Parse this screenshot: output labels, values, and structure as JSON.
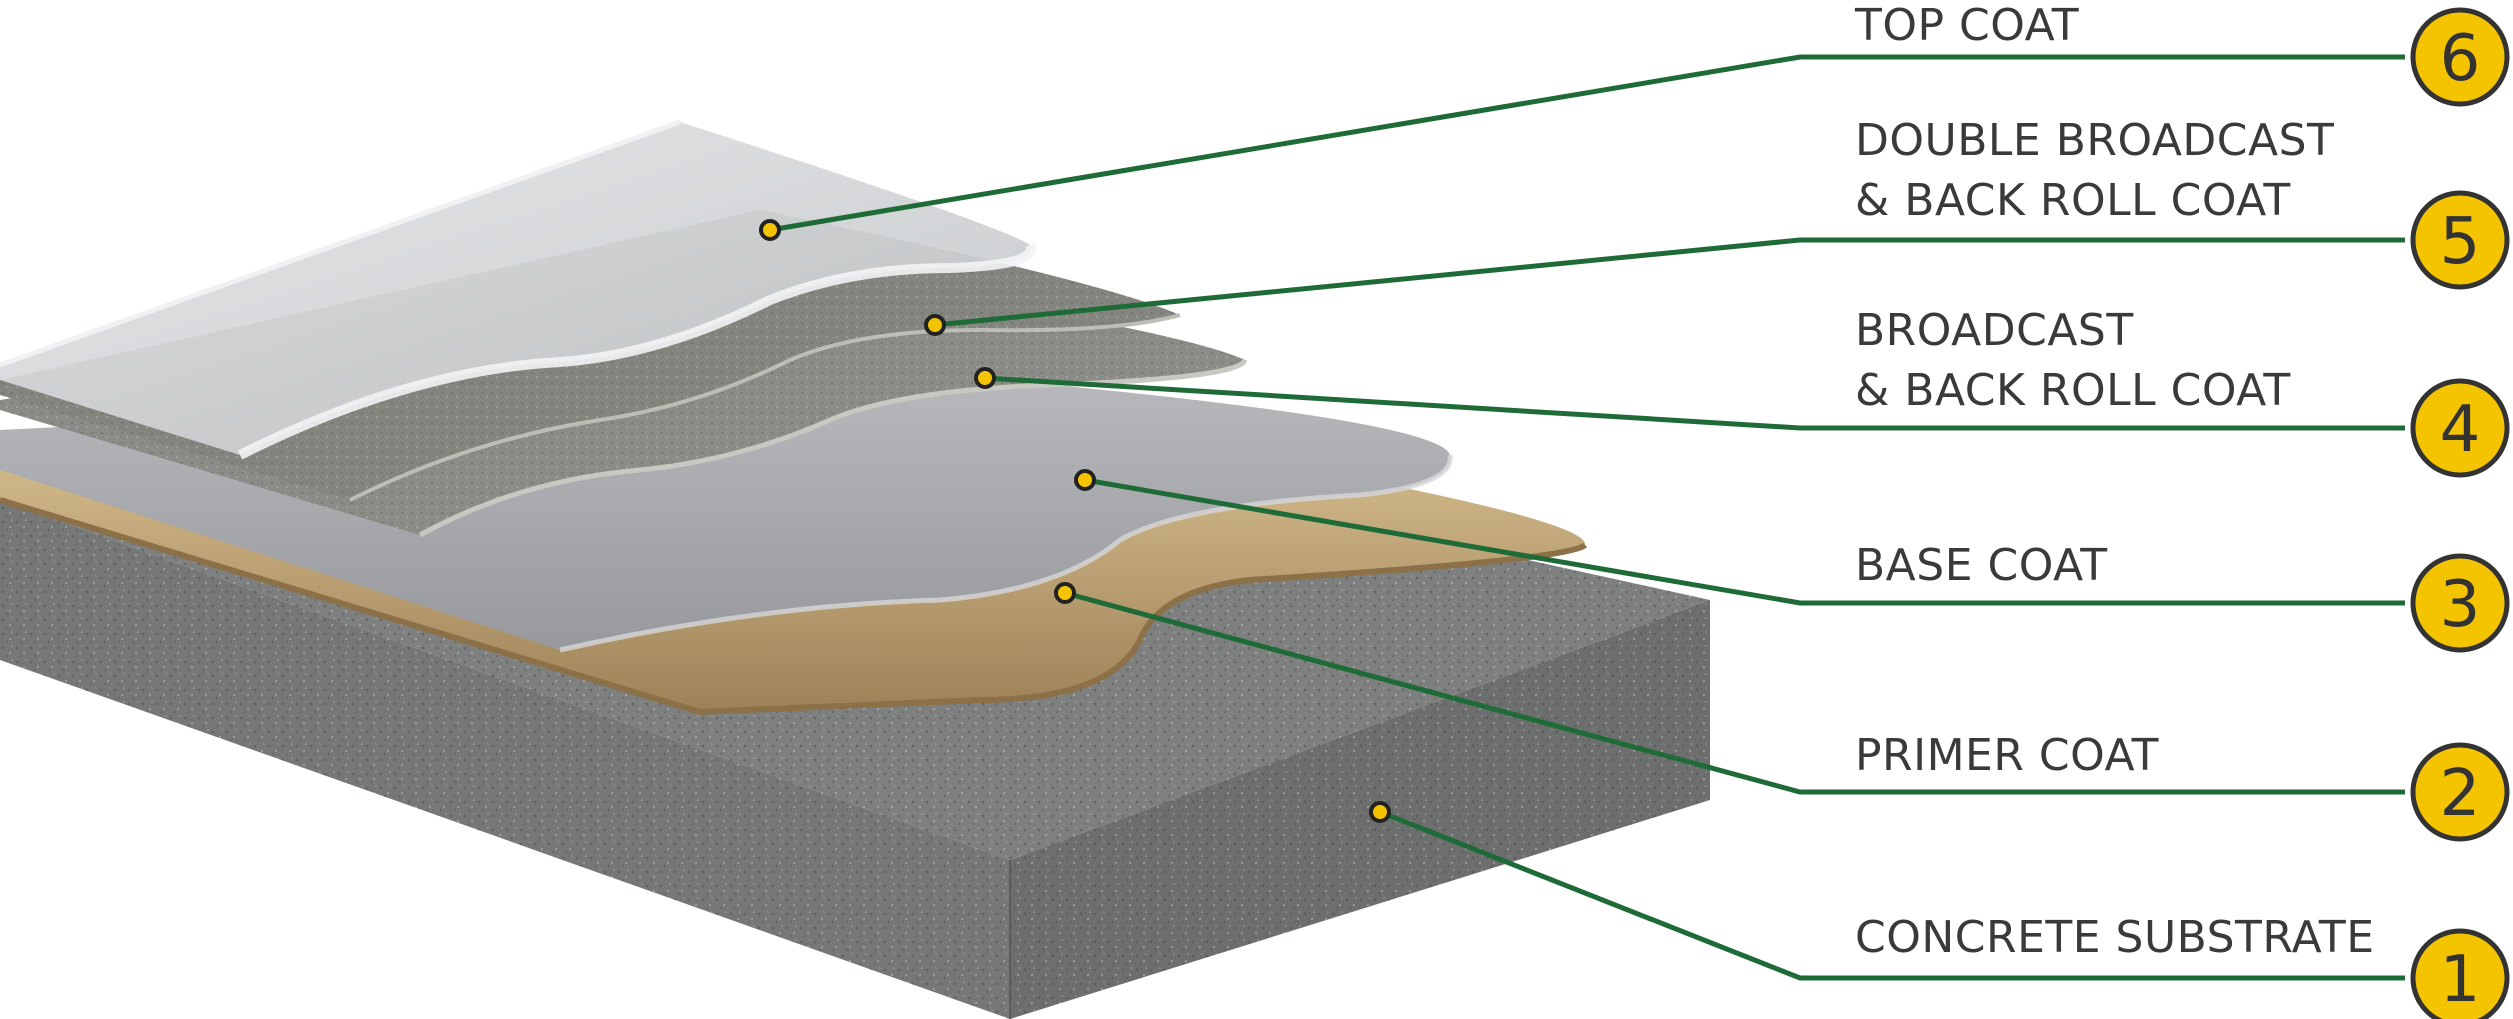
{
  "layers": [
    {
      "number": "6",
      "label_lines": [
        "TOP COAT"
      ]
    },
    {
      "number": "5",
      "label_lines": [
        "DOUBLE BROADCAST",
        "& BACK ROLL COAT"
      ]
    },
    {
      "number": "4",
      "label_lines": [
        "BROADCAST",
        "& BACK ROLL COAT"
      ]
    },
    {
      "number": "3",
      "label_lines": [
        "BASE COAT"
      ]
    },
    {
      "number": "2",
      "label_lines": [
        "PRIMER COAT"
      ]
    },
    {
      "number": "1",
      "label_lines": [
        "CONCRETE SUBSTRATE"
      ]
    }
  ],
  "colors": {
    "leader_line": "#1e6b37",
    "badge_fill": "#f5c400",
    "badge_stroke": "#333333",
    "dot_fill": "#f5c400",
    "label_text": "#3a3a3a",
    "concrete": "#7b7d7c",
    "primer": "#b79c6c",
    "base_coat": "#a9aaae",
    "broadcast": "#8a8a86",
    "top_coat": "#cfd1d3"
  }
}
